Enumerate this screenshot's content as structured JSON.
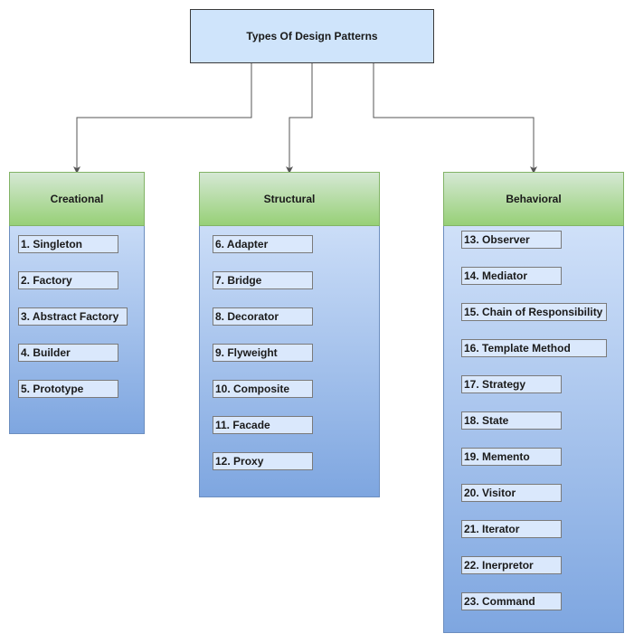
{
  "diagram": {
    "root": "Types Of Design Patterns",
    "categories": [
      {
        "name": "Creational",
        "items": [
          "1. Singleton",
          "2. Factory",
          "3. Abstract Factory",
          "4. Builder",
          "5. Prototype"
        ]
      },
      {
        "name": "Structural",
        "items": [
          "6. Adapter",
          "7. Bridge",
          "8. Decorator",
          "9. Flyweight",
          "10. Composite",
          "11. Facade",
          "12. Proxy"
        ]
      },
      {
        "name": "Behavioral",
        "items": [
          "13. Observer",
          "14. Mediator",
          "15. Chain of Responsibility",
          "16. Template Method",
          "17. Strategy",
          "18. State",
          "19. Memento",
          "20. Visitor",
          "21. Iterator",
          "22. Inerpretor",
          "23. Command"
        ]
      }
    ],
    "colors": {
      "root_fill": "#cfe4fb",
      "header_fill": "#97d077",
      "panel_fill": "#7ea6e0",
      "item_fill": "#dae8fc",
      "connector": "#555555"
    }
  }
}
